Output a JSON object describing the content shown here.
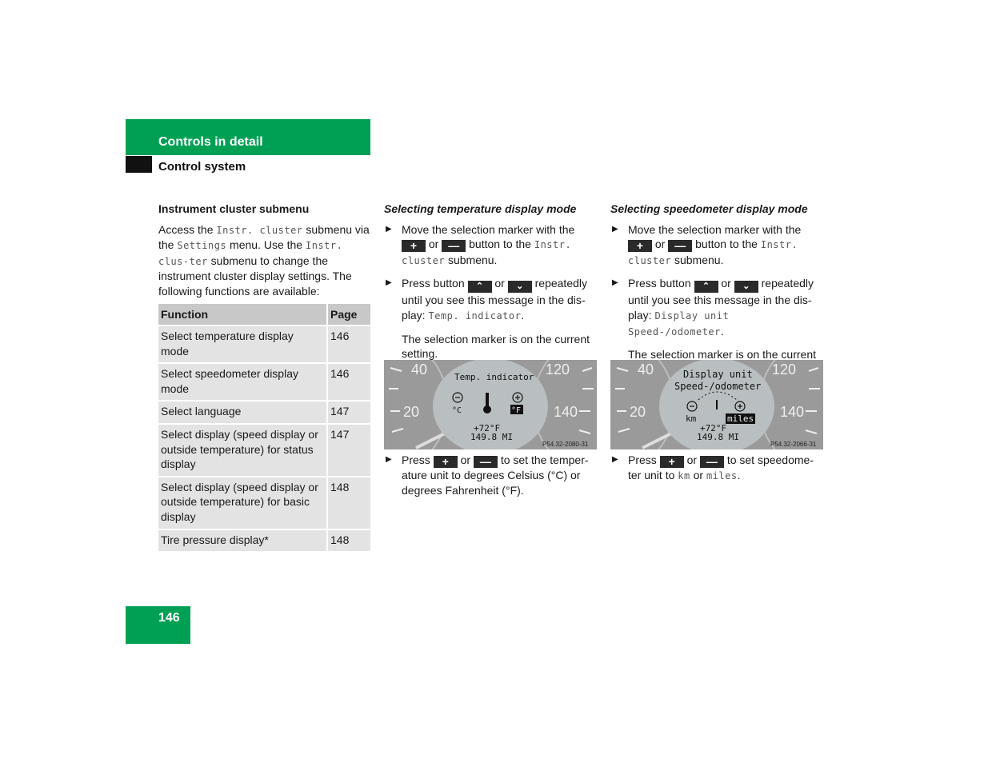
{
  "header": {
    "section": "Controls in detail",
    "subsection": "Control system"
  },
  "col1": {
    "heading": "Instrument cluster submenu",
    "intro": [
      {
        "t": "Access the "
      },
      {
        "m": "Instr. cluster"
      },
      {
        "t": " submenu via the "
      },
      {
        "m": "Settings"
      },
      {
        "t": " menu. Use the "
      },
      {
        "m": "Instr. clus-ter"
      },
      {
        "t": " submenu to change the instrument cluster display settings. The following functions are available:"
      }
    ]
  },
  "table": {
    "headers": [
      "Function",
      "Page"
    ],
    "rows": [
      [
        "Select temperature display mode",
        "146"
      ],
      [
        "Select speedometer display mode",
        "146"
      ],
      [
        "Select language",
        "147"
      ],
      [
        "Select display (speed display or outside temperature) for status display",
        "147"
      ],
      [
        "Select display (speed display or outside temperature) for basic display",
        "148"
      ],
      [
        "Tire pressure display*",
        "148"
      ]
    ]
  },
  "col2": {
    "heading": "Selecting temperature display mode",
    "step1": {
      "a": "Move the selection marker with the",
      "or": "or",
      "b": "button to the",
      "m": "Instr. cluster",
      "c": "submenu."
    },
    "step2": {
      "a": "Press button",
      "or": "or",
      "b": "repeatedly until you see this message in the dis-play:",
      "m": "Temp. indicator",
      "c": "."
    },
    "note": "The selection marker is on the current setting.",
    "step3": {
      "a": "Press",
      "or": "or",
      "b": "to set the temper-ature unit to degrees Celsius (°C) or degrees Fahrenheit (°F)."
    }
  },
  "col3": {
    "heading": "Selecting speedometer display mode",
    "step1": {
      "a": "Move the selection marker with the",
      "or": "or",
      "b": "button to the",
      "m": "Instr. cluster",
      "c": "submenu."
    },
    "step2": {
      "a": "Press button",
      "or": "or",
      "b": "repeatedly until you see this message in the dis-play:",
      "m": "Display unit Speed-/odometer",
      "c": "."
    },
    "note": "The selection marker is on the current setting.",
    "step3": {
      "a": "Press",
      "or": "or",
      "b": "to set speedome-ter unit to",
      "m1": "km",
      "mid": "or",
      "m2": "miles",
      "c": "."
    }
  },
  "display1": {
    "ticks": [
      "40",
      "120",
      "20",
      "140"
    ],
    "title": "Temp. indicator",
    "unit_c": "°C",
    "unit_f": "°F",
    "temp": "+72°F",
    "odo": "149.8 MI",
    "code": "P54.32-2080-31"
  },
  "display2": {
    "ticks": [
      "40",
      "120",
      "20",
      "140"
    ],
    "title1": "Display unit",
    "title2": "Speed-/odometer",
    "unit_km": "km",
    "unit_miles": "miles",
    "temp": "+72°F",
    "odo": "149.8 MI",
    "code": "P54.32-2066-31"
  },
  "footer": {
    "page": "146"
  },
  "icons": {
    "plus": "plus-button-icon",
    "minus": "minus-button-icon",
    "up": "up-button-icon",
    "down": "down-button-icon",
    "bullet": "triangle-bullet-icon"
  }
}
